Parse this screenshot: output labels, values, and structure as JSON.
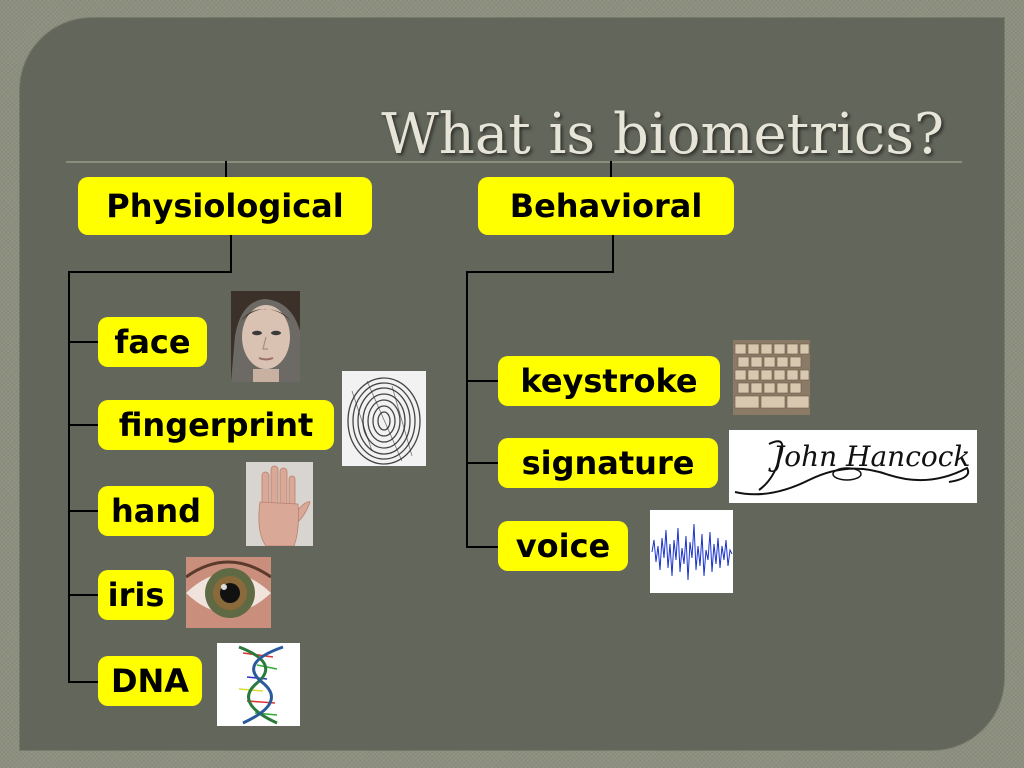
{
  "slide": {
    "title": "What is biometrics?"
  },
  "categories": {
    "physiological": {
      "label": "Physiological",
      "items": [
        "face",
        "fingerprint",
        "hand",
        "iris",
        "DNA"
      ]
    },
    "behavioral": {
      "label": "Behavioral",
      "items": [
        "keystroke",
        "signature",
        "voice"
      ]
    }
  },
  "images": {
    "signature_text": "John Hancock"
  },
  "colors": {
    "label_fill": "#ffff00",
    "slide_bg": "#63665b",
    "title": "#e6e5d8"
  }
}
